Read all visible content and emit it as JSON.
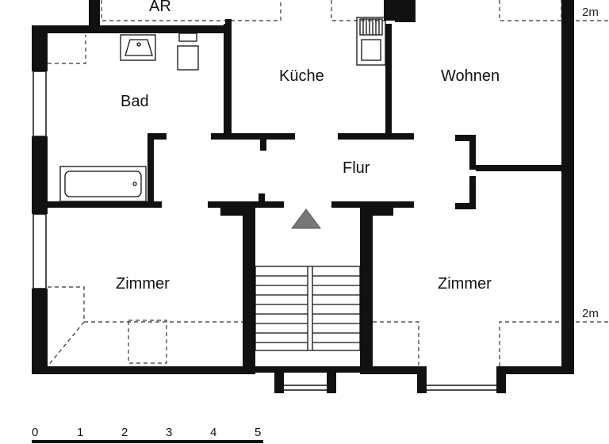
{
  "rooms": {
    "ar": "AR",
    "bad": "Bad",
    "kueche": "Küche",
    "wohnen": "Wohnen",
    "flur": "Flur",
    "zimmer_left": "Zimmer",
    "zimmer_right": "Zimmer"
  },
  "dimensions": {
    "top_right": "2m",
    "mid_right": "2m"
  },
  "scale_bar": {
    "ticks": [
      "0",
      "1",
      "2",
      "3",
      "4",
      "5"
    ]
  },
  "colors": {
    "wall": "#111111",
    "line": "#333333",
    "stair_marker": "#777777"
  }
}
